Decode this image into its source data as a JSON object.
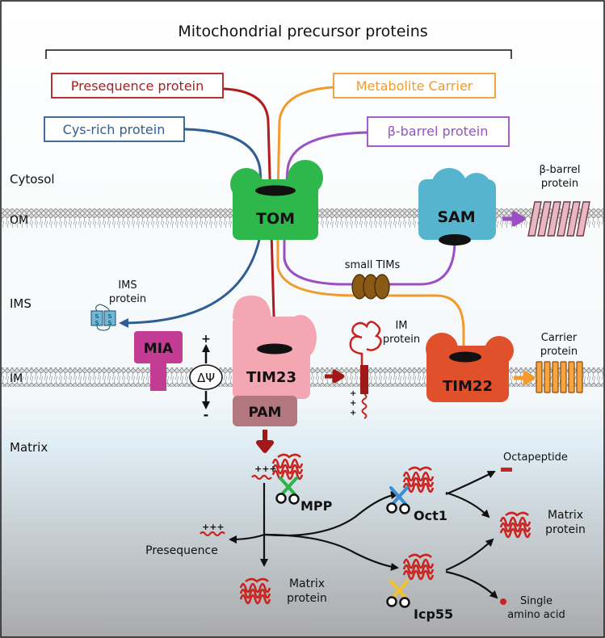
{
  "title": "Mitochondrial precursor proteins",
  "precursors": {
    "presequence": {
      "label": "Presequence protein",
      "color": "#b01c1c"
    },
    "carrier": {
      "label": "Metabolite Carrier",
      "color": "#f39a2c"
    },
    "cys_rich": {
      "label": "Cys-rich protein",
      "color": "#2e5e93"
    },
    "beta_barrel": {
      "label": "β-barrel protein",
      "color": "#9a4fc4"
    }
  },
  "compartments": {
    "cytosol": "Cytosol",
    "om": "OM",
    "ims": "IMS",
    "im": "IM",
    "matrix": "Matrix"
  },
  "complexes": {
    "tom": "TOM",
    "sam": "SAM",
    "mia": "MIA",
    "tim23": "TIM23",
    "pam": "PAM",
    "tim22": "TIM22",
    "small_tims": "small TIMs",
    "membrane_potential": "ΔΨ",
    "plus": "+",
    "minus": "-"
  },
  "products": {
    "beta_barrel_protein": [
      "β-barrel",
      "protein"
    ],
    "ims_protein": [
      "IMS",
      "protein"
    ],
    "im_protein": [
      "IM",
      "protein"
    ],
    "carrier_protein": [
      "Carrier",
      "protein"
    ]
  },
  "processing": {
    "mpp": "MPP",
    "oct1": "Oct1",
    "icp55": "Icp55",
    "presequence": "Presequence",
    "matrix_protein_left": [
      "Matrix",
      "protein"
    ],
    "matrix_protein_right": [
      "Matrix",
      "protein"
    ],
    "octapeptide": "Octapeptide",
    "single_amino_acid": [
      "Single",
      "amino acid"
    ],
    "charges": "+++",
    "disulfide": "S"
  },
  "colors": {
    "tom": "#2eb84b",
    "sam": "#56b4cf",
    "mia": "#c23c93",
    "tim23": "#f4a6b2",
    "pam": "#b3777f",
    "tim22": "#e0502a",
    "small_tims": "#8a5a14",
    "membrane": "#8c8c8c",
    "protein_red": "#c8241f",
    "arrow_dark": "#111111"
  }
}
